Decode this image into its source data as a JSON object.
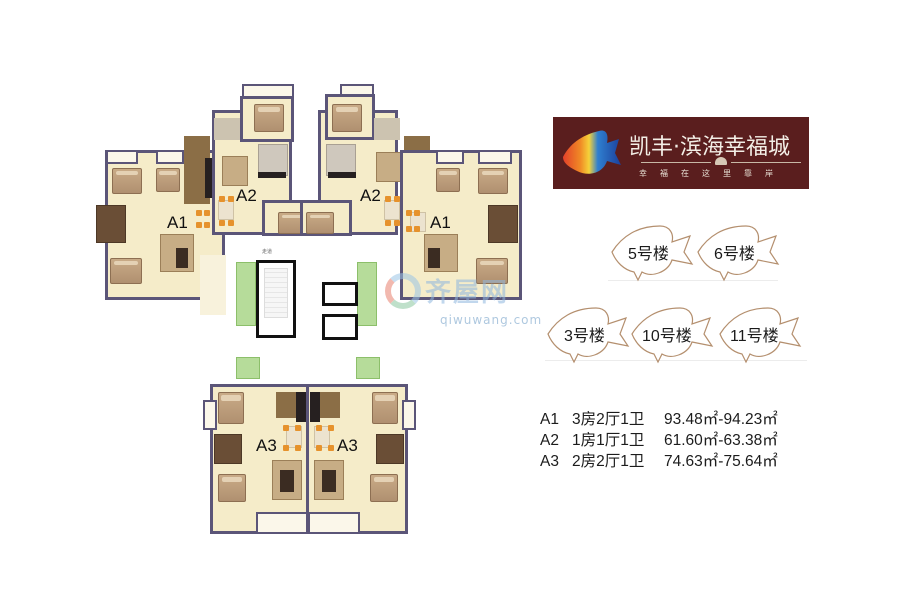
{
  "brand": {
    "title": "凯丰·滨海幸福城",
    "slogan": "幸福在这里靠岸",
    "background_color": "#5a1e1e"
  },
  "watermark": {
    "text": "齐屋网",
    "url_text": "qiwuwang.com"
  },
  "floor_plan": {
    "unit_labels": [
      {
        "id": "A1-left",
        "label": "A1"
      },
      {
        "id": "A2-left",
        "label": "A2"
      },
      {
        "id": "A2-right",
        "label": "A2"
      },
      {
        "id": "A1-right",
        "label": "A1"
      },
      {
        "id": "A3-left",
        "label": "A3"
      },
      {
        "id": "A3-right",
        "label": "A3"
      }
    ],
    "colors": {
      "wall": "#5b5578",
      "floor": "#f6eed0",
      "green_area": "#b6dc9a",
      "chair": "#e6922c"
    }
  },
  "buildings": [
    {
      "label": "5号楼"
    },
    {
      "label": "6号楼"
    },
    {
      "label": "3号楼"
    },
    {
      "label": "10号楼"
    },
    {
      "label": "11号楼"
    }
  ],
  "units": [
    {
      "code": "A1",
      "layout": "3房2厅1卫",
      "area": "93.48㎡-94.23㎡"
    },
    {
      "code": "A2",
      "layout": "1房1厅1卫",
      "area": "61.60㎡-63.38㎡"
    },
    {
      "code": "A3",
      "layout": "2房2厅1卫",
      "area": "74.63㎡-75.64㎡"
    }
  ]
}
